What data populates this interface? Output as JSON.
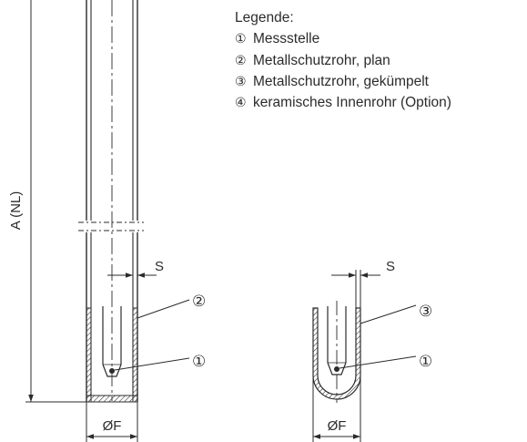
{
  "legend": {
    "title": "Legende:",
    "items": [
      {
        "number": "①",
        "label": "Messstelle"
      },
      {
        "number": "②",
        "label": "Metallschutzrohr, plan"
      },
      {
        "number": "③",
        "label": "Metallschutzrohr, gekümpelt"
      },
      {
        "number": "④",
        "label": "keramisches Innenrohr (Option)"
      }
    ]
  },
  "dimensions": {
    "length_label": "A (NL)",
    "wall_left": "S",
    "wall_right": "S",
    "diameter_left": "ØF",
    "diameter_right": "ØF"
  },
  "callouts": {
    "left_tube": "②",
    "left_tip": "①",
    "right_tube": "③",
    "right_tip": "①"
  },
  "colors": {
    "line": "#2b2b2b"
  }
}
